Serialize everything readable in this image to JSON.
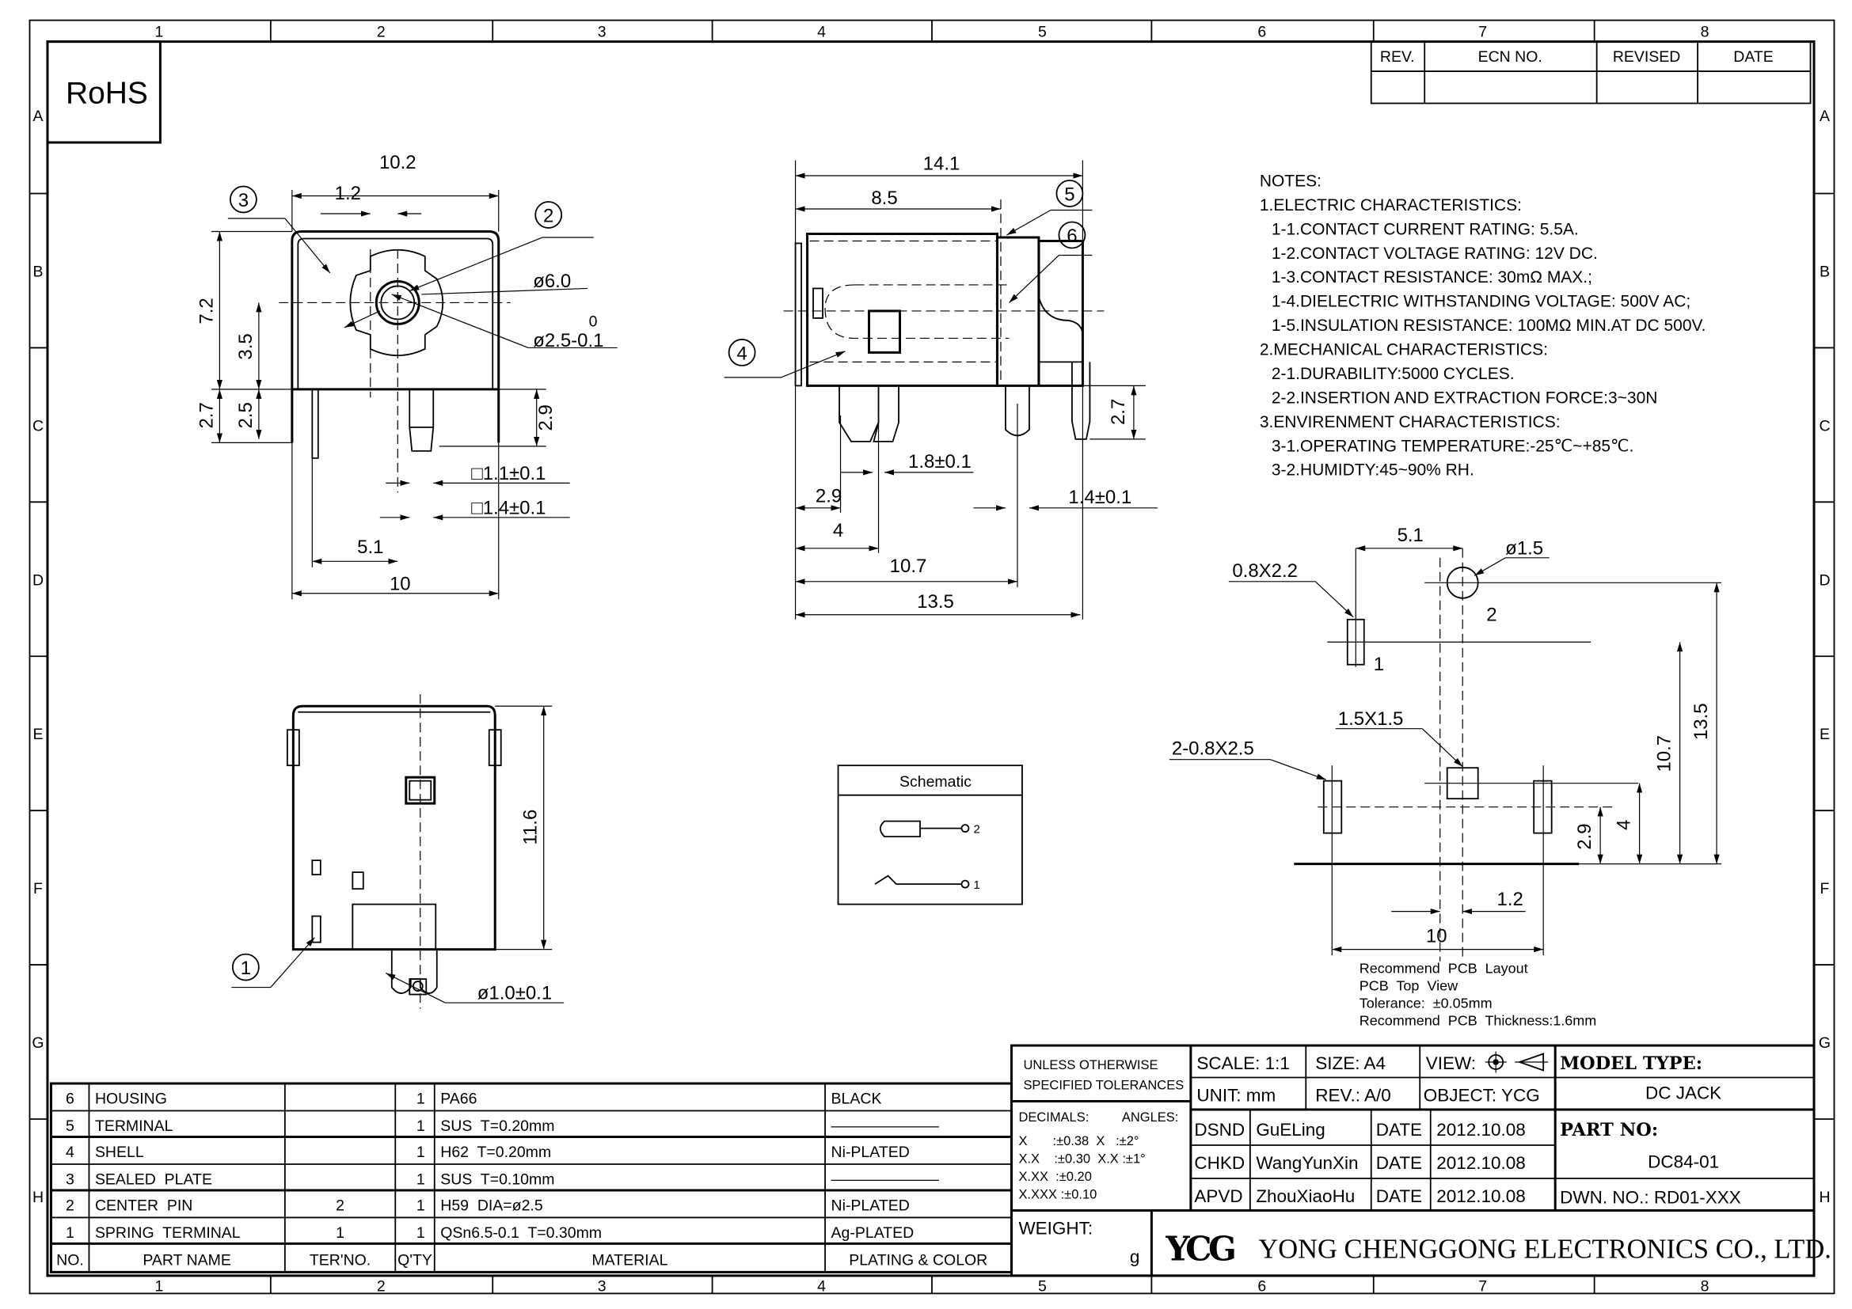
{
  "frame": {
    "columns": [
      "1",
      "2",
      "3",
      "4",
      "5",
      "6",
      "7",
      "8"
    ],
    "rows": [
      "A",
      "B",
      "C",
      "D",
      "E",
      "F",
      "G",
      "H"
    ]
  },
  "rohs": "RoHS",
  "revision_table": {
    "headers": [
      "REV.",
      "ECN NO.",
      "REVISED",
      "DATE"
    ]
  },
  "notes": [
    "NOTES:",
    "1.ELECTRIC  CHARACTERISTICS:",
    "  1-1.CONTACT  CURRENT  RATING:  5.5A.",
    "  1-2.CONTACT  VOLTAGE  RATING:  12V  DC.",
    "  1-3.CONTACT  RESISTANCE:  30mΩ  MAX.;",
    "  1-4.DIELECTRIC  WITHSTANDING  VOLTAGE:  500V  AC;",
    "  1-5.INSULATION  RESISTANCE:  100MΩ  MIN.AT  DC  500V.",
    "2.MECHANICAL  CHARACTERISTICS:",
    "  2-1.DURABILITY:5000  CYCLES.",
    "  2-2.INSERTION  AND  EXTRACTION  FORCE:3~30N",
    "3.ENVIRENMENT  CHARACTERISTICS:",
    "  3-1.OPERATING  TEMPERATURE:-25℃~+85℃.",
    "  3-2.HUMIDTY:45~90% RH."
  ],
  "front_view": {
    "dims": {
      "w102": "10.2",
      "w12": "1.2",
      "h72": "7.2",
      "h35": "3.5",
      "h27": "2.7",
      "h25": "2.5",
      "h29": "2.9",
      "d60": "ø6.0",
      "d25": "ø2.5-0.1",
      "d25_tol": "0",
      "sq11": "□1.1±0.1",
      "sq14": "□1.4±0.1",
      "w51": "5.1",
      "w10": "10"
    },
    "balloons": {
      "b3": "3",
      "b2": "2"
    }
  },
  "side_view": {
    "dims": {
      "w141": "14.1",
      "w85": "8.5",
      "w29": "2.9",
      "w4": "4",
      "w107": "10.7",
      "w135": "13.5",
      "p18": "1.8±0.1",
      "p14": "1.4±0.1",
      "h27": "2.7"
    },
    "balloons": {
      "b4": "4",
      "b5": "5",
      "b6": "6"
    }
  },
  "bottom_view": {
    "dims": {
      "h116": "11.6",
      "d10": "ø1.0±0.1"
    },
    "balloons": {
      "b1": "1"
    }
  },
  "schematic": {
    "title": "Schematic",
    "pin2": "2",
    "pin1": "1"
  },
  "pcb_layout": {
    "labels": {
      "pad1": "0.8X2.2",
      "pad2": "ø1.5",
      "pad_center": "1.5X1.5",
      "pads_side": "2-0.8X2.5",
      "pin1": "1",
      "pin2": "2"
    },
    "dims": {
      "w51": "5.1",
      "w12": "1.2",
      "w10": "10",
      "h29": "2.9",
      "h4": "4",
      "h107": "10.7",
      "h135": "13.5"
    },
    "notes": [
      "Recommend  PCB  Layout",
      "PCB  Top  View",
      "Tolerance:  ±0.05mm",
      "Recommend  PCB  Thickness:1.6mm"
    ]
  },
  "parts_table": {
    "headers": [
      "NO.",
      "PART NAME",
      "TER'NO.",
      "Q'TY",
      "MATERIAL",
      "PLATING & COLOR"
    ],
    "rows": [
      {
        "no": "6",
        "name": "HOUSING",
        "ter": "",
        "qty": "1",
        "material": "PA66",
        "plating": "BLACK"
      },
      {
        "no": "5",
        "name": "TERMINAL",
        "ter": "",
        "qty": "1",
        "material": "SUS  T=0.20mm",
        "plating": "———————"
      },
      {
        "no": "4",
        "name": "SHELL",
        "ter": "",
        "qty": "1",
        "material": "H62  T=0.20mm",
        "plating": "Ni-PLATED"
      },
      {
        "no": "3",
        "name": "SEALED  PLATE",
        "ter": "",
        "qty": "1",
        "material": "SUS  T=0.10mm",
        "plating": "———————"
      },
      {
        "no": "2",
        "name": "CENTER  PIN",
        "ter": "2",
        "qty": "1",
        "material": "H59  DIA=ø2.5",
        "plating": "Ni-PLATED"
      },
      {
        "no": "1",
        "name": "SPRING  TERMINAL",
        "ter": "1",
        "qty": "1",
        "material": "QSn6.5-0.1  T=0.30mm",
        "plating": "Ag-PLATED"
      }
    ]
  },
  "title_block": {
    "tol_title1": "UNLESS  OTHERWISE",
    "tol_title2": "SPECIFIED  TOLERANCES",
    "decimals_label": "DECIMALS:",
    "angles_label": "ANGLES:",
    "tol_lines": [
      "X       :±0.38  X   :±2°",
      "X.X    :±0.30  X.X :±1°",
      "X.XX  :±0.20",
      "X.XXX :±0.10"
    ],
    "scale": "SCALE:  1:1",
    "size": "SIZE:  A4",
    "view": "VIEW:",
    "unit": "UNIT:  mm",
    "rev": "REV.:  A/0",
    "object": "OBJECT:  YCG",
    "model_type_label": "MODEL  TYPE:",
    "model_type": "DC  JACK",
    "part_no_label": "PART  NO:",
    "part_no": "DC84-01",
    "dwn_no": "DWN.  NO.:  RD01-XXX",
    "sign": [
      {
        "role": "DSND",
        "name": "GuELing",
        "date_label": "DATE",
        "date": "2012.10.08"
      },
      {
        "role": "CHKD",
        "name": "WangYunXin",
        "date_label": "DATE",
        "date": "2012.10.08"
      },
      {
        "role": "APVD",
        "name": "ZhouXiaoHu",
        "date_label": "DATE",
        "date": "2012.10.08"
      }
    ],
    "weight_label": "WEIGHT:",
    "weight_unit": "g",
    "logo": "YCG",
    "company": "YONG  CHENGGONG  ELECTRONICS  CO.,  LTD."
  }
}
